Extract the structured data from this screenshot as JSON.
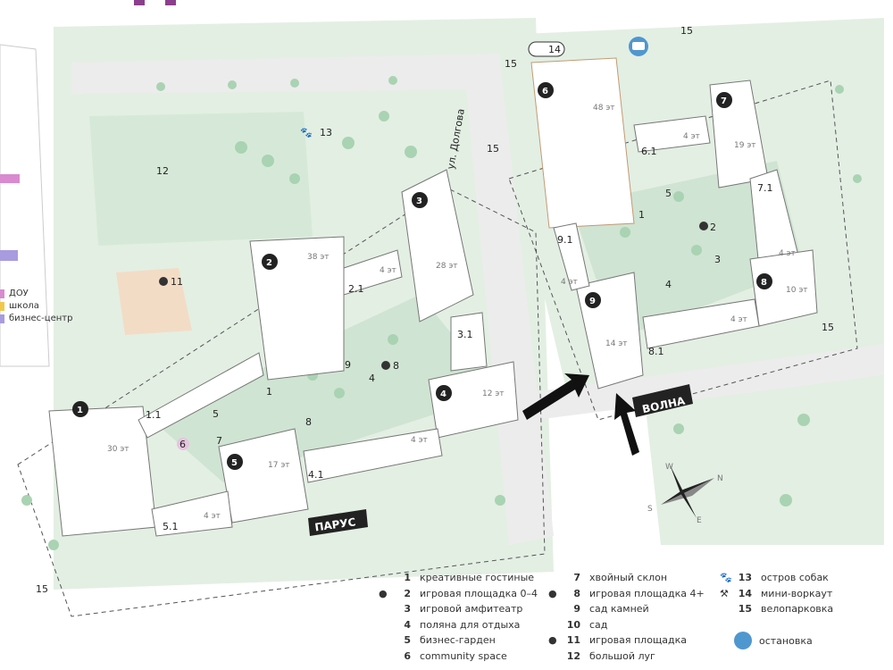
{
  "map": {
    "street": "ул. Долгова",
    "complexes": [
      "ПАРУС",
      "ВОЛНА"
    ],
    "compass": [
      "W",
      "N",
      "S",
      "E"
    ],
    "buildings": [
      {
        "id": "1",
        "floors": "30 эт"
      },
      {
        "id": "1.1",
        "floors": ""
      },
      {
        "id": "2",
        "floors": "38 эт"
      },
      {
        "id": "2.1",
        "floors": "4 эт"
      },
      {
        "id": "3",
        "floors": "28 эт"
      },
      {
        "id": "3.1",
        "floors": ""
      },
      {
        "id": "4",
        "floors": "12 эт"
      },
      {
        "id": "4.1",
        "floors": "4 эт"
      },
      {
        "id": "5",
        "floors": "17 эт"
      },
      {
        "id": "5.1",
        "floors": "4 эт"
      },
      {
        "id": "6",
        "floors": "48 эт"
      },
      {
        "id": "6.1",
        "floors": "4 эт"
      },
      {
        "id": "7",
        "floors": "19 эт"
      },
      {
        "id": "7.1",
        "floors": "4 эт"
      },
      {
        "id": "8",
        "floors": "10 эт"
      },
      {
        "id": "8.1",
        "floors": "4 эт"
      },
      {
        "id": "9",
        "floors": "14 эт"
      },
      {
        "id": "9.1",
        "floors": "4 эт"
      }
    ],
    "markers": [
      "12",
      "13",
      "11",
      "1",
      "4",
      "8",
      "9",
      "5",
      "6",
      "7",
      "8",
      "1",
      "2",
      "3",
      "4",
      "5",
      "14",
      "15",
      "15",
      "15",
      "15",
      "15"
    ]
  },
  "sidebar": {
    "items": [
      "ДОУ",
      "школа",
      "бизнес-центр"
    ],
    "colors": [
      "#d98ad0",
      "#f2c84b",
      "#a99be0"
    ]
  },
  "legend": {
    "items": [
      {
        "n": "1",
        "t": "креативные гостиные",
        "icon": ""
      },
      {
        "n": "2",
        "t": "игровая площадка 0–4",
        "icon": "ball-icon"
      },
      {
        "n": "3",
        "t": "игровой амфитеатр",
        "icon": ""
      },
      {
        "n": "4",
        "t": "поляна для отдыха",
        "icon": ""
      },
      {
        "n": "5",
        "t": "бизнес-гарден",
        "icon": ""
      },
      {
        "n": "6",
        "t": "community space",
        "icon": ""
      },
      {
        "n": "7",
        "t": "хвойный склон",
        "icon": ""
      },
      {
        "n": "8",
        "t": "игровая площадка 4+",
        "icon": "ball-icon"
      },
      {
        "n": "9",
        "t": "сад камней",
        "icon": ""
      },
      {
        "n": "10",
        "t": "сад",
        "icon": ""
      },
      {
        "n": "11",
        "t": "игровая площадка",
        "icon": "ball-icon"
      },
      {
        "n": "12",
        "t": "большой луг",
        "icon": ""
      },
      {
        "n": "13",
        "t": "остров собак",
        "icon": "paw-icon"
      },
      {
        "n": "14",
        "t": "мини-воркаут",
        "icon": "dumbbell-icon"
      },
      {
        "n": "15",
        "t": "велопарковка",
        "icon": ""
      }
    ],
    "bus": "остановка"
  },
  "colors": {
    "green": "#dcebdd",
    "tree": "#a9d3b3",
    "road": "#efefef",
    "building": "#ffffff",
    "accent": "#c29a74",
    "bus": "#4f97cf"
  }
}
